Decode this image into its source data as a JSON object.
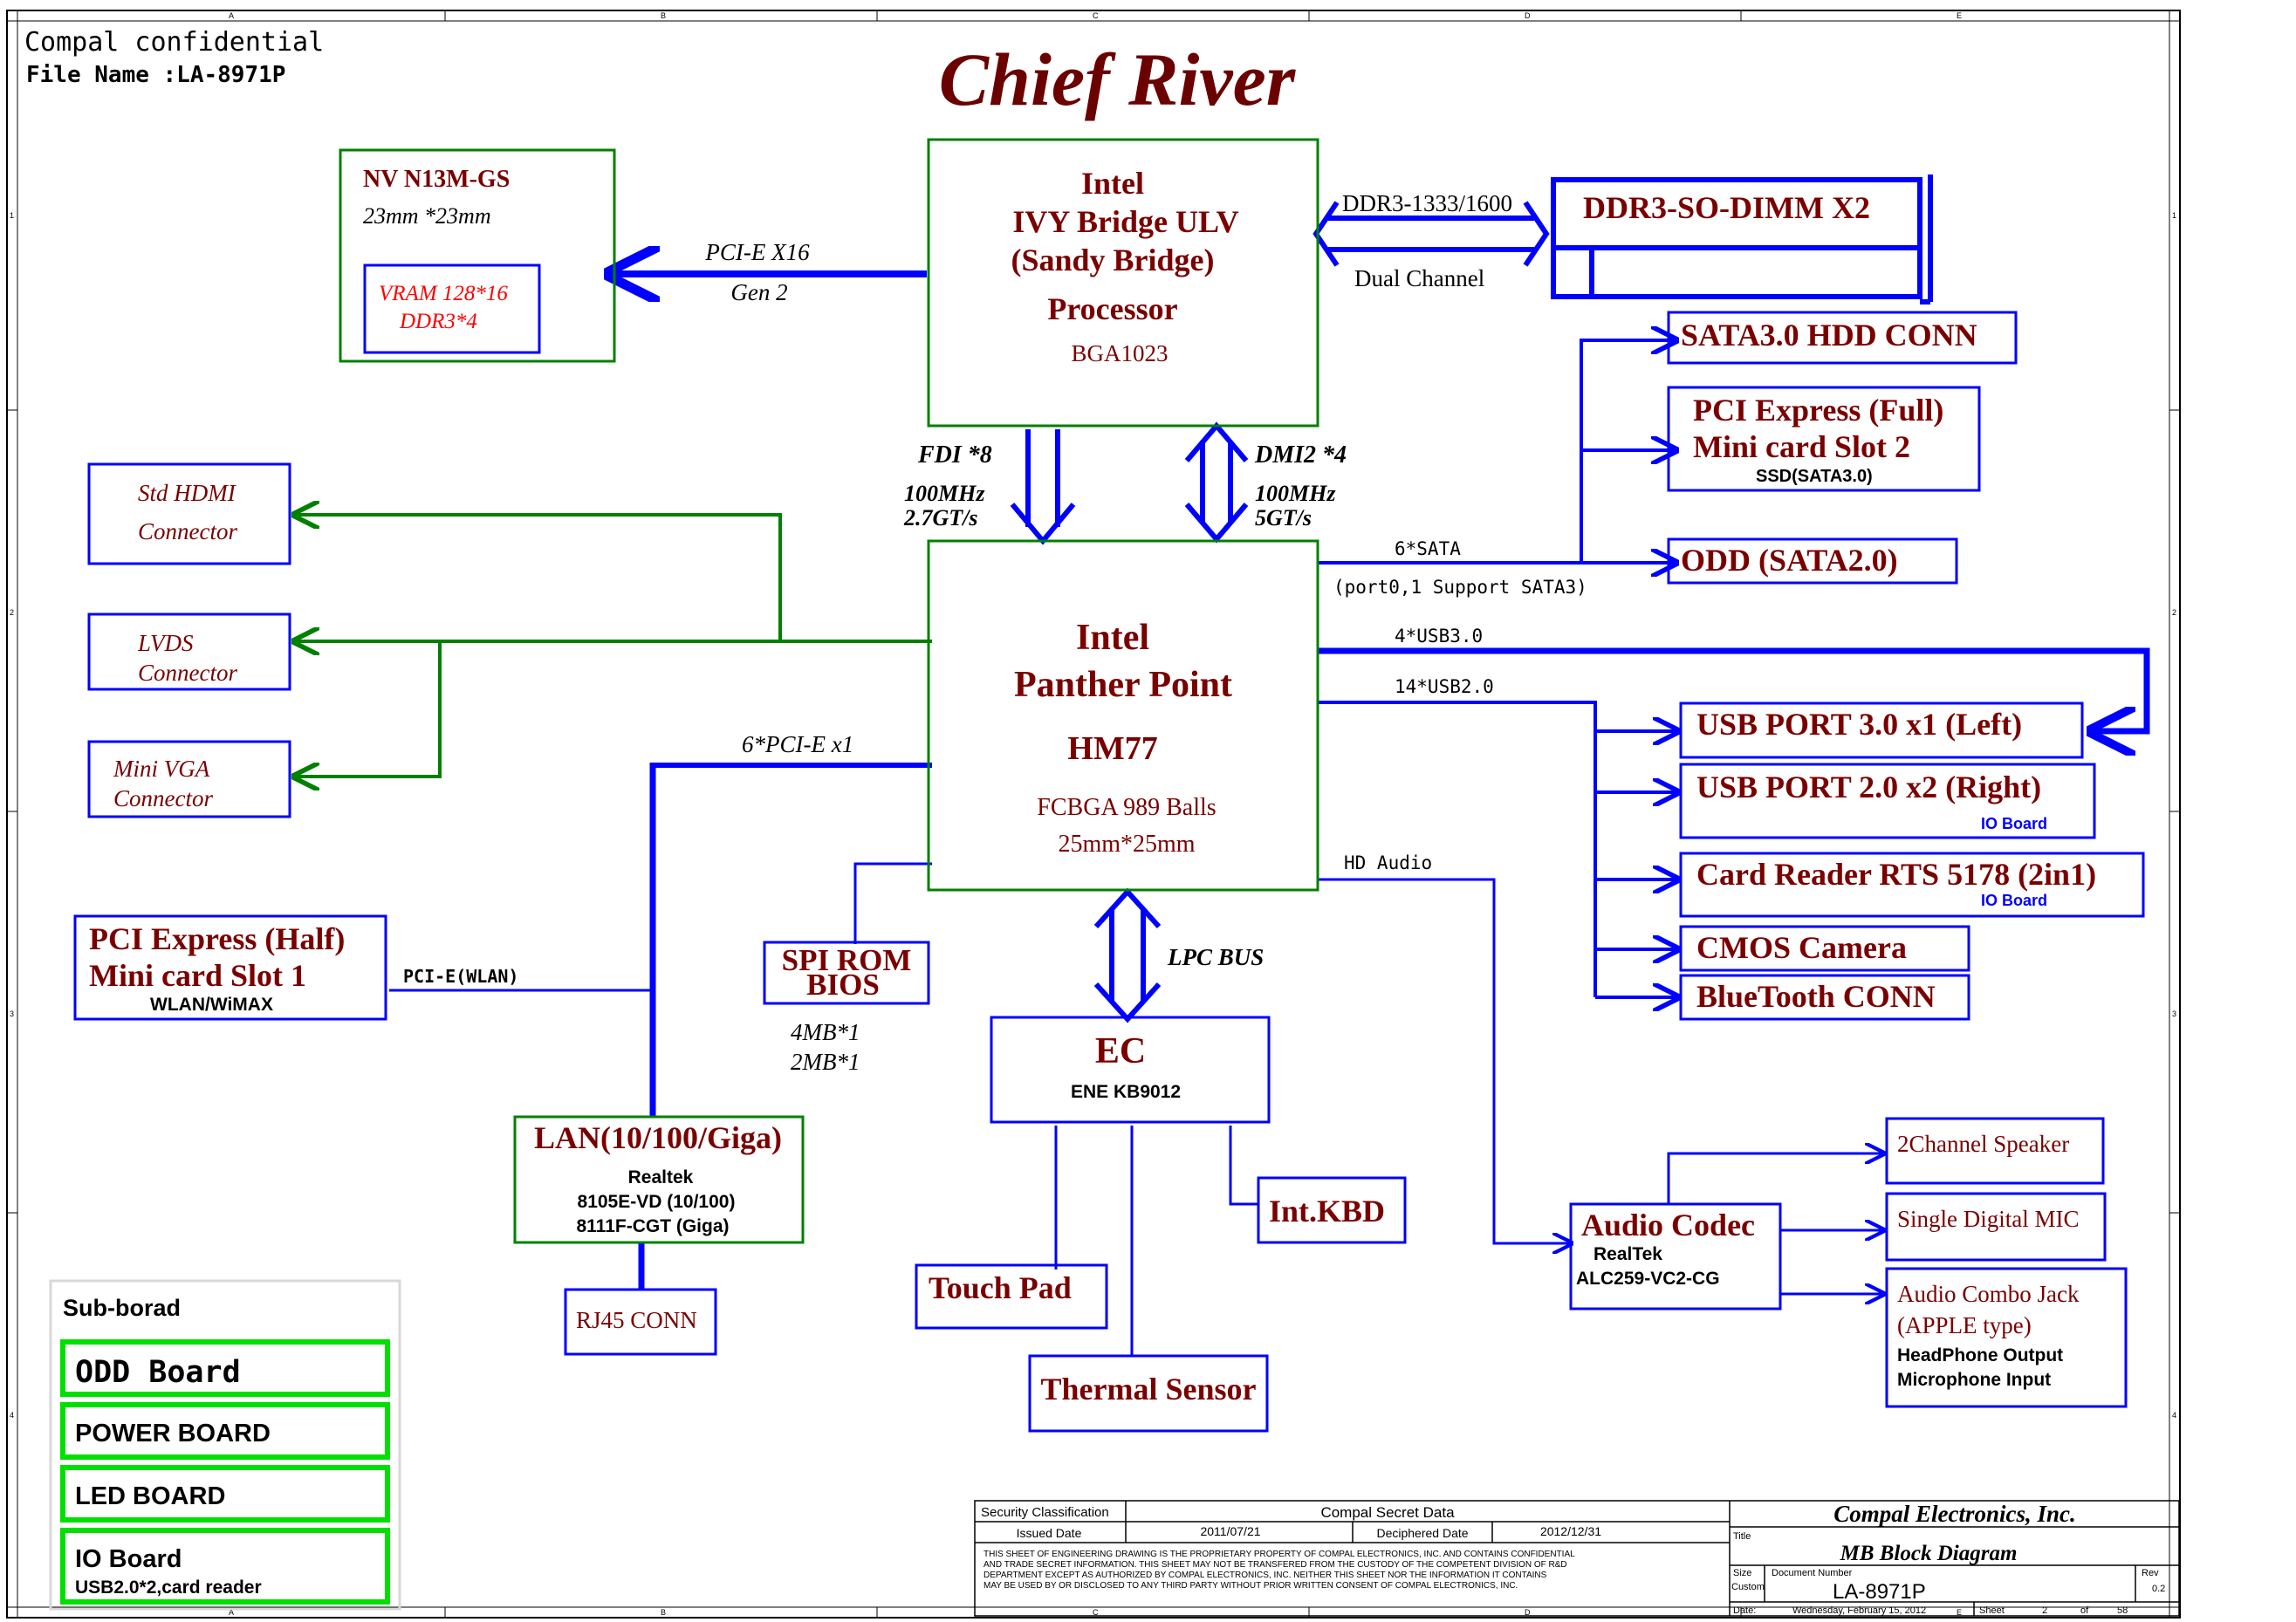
{
  "header": {
    "confidential": "Compal confidential",
    "file_name": "File Name :LA-8971P",
    "title": "Chief River"
  },
  "frame": {
    "top_letters": [
      "A",
      "B",
      "C",
      "D",
      "E"
    ],
    "side_numbers": [
      "1",
      "2",
      "3",
      "4"
    ]
  },
  "gpu": {
    "name": "NV N13M-GS",
    "size": "23mm *23mm",
    "vram_line1": "VRAM 128*16",
    "vram_line2": "DDR3*4",
    "link_line1": "PCI-E X16",
    "link_line2": "Gen 2"
  },
  "cpu": {
    "line1": "Intel",
    "line2": "IVY Bridge ULV",
    "line3": "(Sandy Bridge)",
    "line4": "Processor",
    "line5": "BGA1023"
  },
  "memory": {
    "link_top": "DDR3-1333/1600",
    "link_bottom": "Dual Channel",
    "label": "DDR3-SO-DIMM X2"
  },
  "cpu_pch_links": {
    "fdi": "FDI *8",
    "fdi_speed1": "100MHz",
    "fdi_speed2": "2.7GT/s",
    "dmi": "DMI2 *4",
    "dmi_speed1": "100MHz",
    "dmi_speed2": "5GT/s"
  },
  "pch": {
    "line1": "Intel",
    "line2": "Panther Point",
    "line3": "HM77",
    "line4": "FCBGA 989 Balls",
    "line5": "25mm*25mm"
  },
  "video_outputs": {
    "hdmi_line1": "Std HDMI",
    "hdmi_line2": "Connector",
    "lvds_line1": "LVDS",
    "lvds_line2": "Connector",
    "vga_line1": "Mini VGA",
    "vga_line2": "Connector"
  },
  "storage": {
    "sata_label": "6*SATA",
    "sata_note": "(port0,1 Support SATA3)",
    "hdd": "SATA3.0 HDD CONN",
    "mini2_line1": "PCI Express (Full)",
    "mini2_line2": "Mini card Slot 2",
    "mini2_line3": "SSD(SATA3.0)",
    "odd": "ODD (SATA2.0)"
  },
  "usb": {
    "usb3_label": "4*USB3.0",
    "usb2_label": "14*USB2.0",
    "port3": "USB PORT 3.0 x1 (Left)",
    "port2": "USB PORT 2.0 x2 (Right)",
    "port2_note": "IO Board",
    "card_reader": "Card Reader RTS 5178 (2in1)",
    "card_reader_note": "IO Board",
    "camera": "CMOS Camera",
    "bluetooth": "BlueTooth CONN"
  },
  "pcie": {
    "label": "6*PCI-E x1",
    "mini1_line1": "PCI Express (Half)",
    "mini1_line2": "Mini card Slot 1",
    "mini1_line3": "WLAN/WiMAX",
    "wlan_link": "PCI-E(WLAN)"
  },
  "spi": {
    "line1": "SPI ROM",
    "line2": "BIOS",
    "size1": "4MB*1",
    "size2": "2MB*1"
  },
  "lan": {
    "line1": "LAN(10/100/Giga)",
    "line2": "Realtek",
    "line3": "8105E-VD (10/100)",
    "line4": "8111F-CGT (Giga)",
    "rj45": "RJ45 CONN"
  },
  "ec": {
    "lpc": "LPC BUS",
    "line1": "EC",
    "line2": "ENE KB9012",
    "touchpad": "Touch Pad",
    "thermal": "Thermal Sensor",
    "kbd": "Int.KBD"
  },
  "audio": {
    "hd_audio": "HD Audio",
    "codec_line1": "Audio Codec",
    "codec_line2": "RealTek",
    "codec_line3": "ALC259-VC2-CG",
    "speaker": "2Channel Speaker",
    "mic": "Single Digital MIC",
    "jack_line1": "Audio Combo Jack",
    "jack_line2": "(APPLE type)",
    "jack_line3": "HeadPhone Output",
    "jack_line4": "Microphone Input"
  },
  "subboard": {
    "title": "Sub-borad",
    "odd": "ODD Board",
    "power": "POWER BOARD",
    "led": "LED BOARD",
    "io": "IO Board",
    "io_note": "USB2.0*2,card reader"
  },
  "title_block": {
    "security_label": "Security Classification",
    "security_value": "Compal Secret Data",
    "issued_label": "Issued Date",
    "issued_value": "2011/07/21",
    "deciphered_label": "Deciphered Date",
    "deciphered_value": "2012/12/31",
    "notice1": "THIS SHEET OF ENGINEERING DRAWING IS THE PROPRIETARY PROPERTY OF COMPAL ELECTRONICS, INC. AND CONTAINS CONFIDENTIAL",
    "notice2": "AND TRADE SECRET INFORMATION. THIS SHEET MAY NOT BE TRANSFERED FROM THE CUSTODY OF THE COMPETENT DIVISION OF R&D",
    "notice3": "DEPARTMENT EXCEPT AS AUTHORIZED BY COMPAL ELECTRONICS, INC. NEITHER THIS SHEET NOR THE INFORMATION IT CONTAINS",
    "notice4": "MAY BE USED BY OR DISCLOSED TO ANY THIRD PARTY WITHOUT PRIOR WRITTEN CONSENT OF COMPAL ELECTRONICS, INC.",
    "company": "Compal Electronics, Inc.",
    "title_label": "Title",
    "title_value": "MB Block Diagram",
    "size_label": "Size",
    "size_value": "Custom",
    "docnum_label": "Document Number",
    "docnum_value": "LA-8971P",
    "rev_label": "Rev",
    "rev_value": "0.2",
    "date_label": "Date:",
    "date_value": "Wednesday, February 15, 2012",
    "sheet_label": "Sheet",
    "sheet_value": "2",
    "of_label": "of",
    "of_value": "58"
  }
}
